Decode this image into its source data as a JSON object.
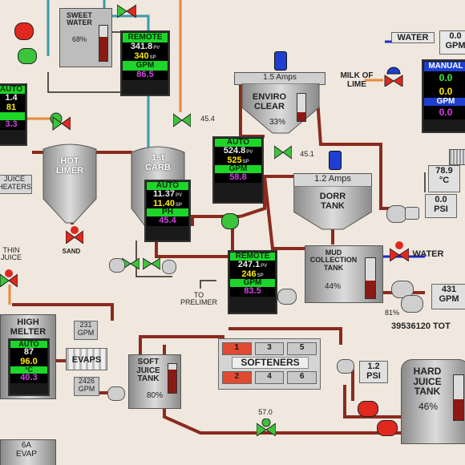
{
  "sweet_water": {
    "label": "SWEET\nWATER",
    "level": "68%"
  },
  "remote_panel_1": {
    "header": "REMOTE",
    "pv": "341.8",
    "sp": "340",
    "unit": "GPM",
    "value": "86.5"
  },
  "left_panel": {
    "header": "AUTO",
    "pv": "1.4",
    "sp": "81",
    "value": "3.3"
  },
  "juice_heaters": "JUICE\nHEATERS",
  "hot_limer": "HOT\nLIMER",
  "sand": "SAND",
  "first_carb": {
    "label": "1st\nCARB"
  },
  "auto_panel_carb": {
    "header": "AUTO",
    "pv": "11.37",
    "sp": "11.40",
    "unit": "PH",
    "value": "45.4"
  },
  "valve_45_4": "45.4",
  "valve_45_1": "45.1",
  "auto_panel_clear": {
    "header": "AUTO",
    "pv": "524.8",
    "sp": "525",
    "unit": "GPM",
    "value": "58.8"
  },
  "enviro_clear": {
    "amps": "1.5 Amps",
    "label": "ENVIRO\nCLEAR",
    "level": "33%"
  },
  "milk_of_lime": "MILK OF\nLIME",
  "water_top": {
    "label": "WATER",
    "value": "0.0",
    "unit": "GPM"
  },
  "manual_panel": {
    "header": "MANUAL",
    "pv": "0.0",
    "sp": "0.0",
    "unit": "GPM",
    "value": "0.0"
  },
  "dorr_tank": {
    "amps": "1.2 Amps",
    "label": "DORR\nTANK"
  },
  "temp_readout": {
    "value": "78.9",
    "unit": "°C"
  },
  "psi_readout": {
    "value": "0.0",
    "unit": "PSI"
  },
  "thin_juice": "THIN\nJUICE",
  "remote_panel_2": {
    "header": "REMOTE",
    "pv": "247.1",
    "sp": "246",
    "unit": "GPM",
    "value": "83.5"
  },
  "to_prelimer": "TO\nPRELIMER",
  "mud_tank": {
    "label": "MUD\nCOLLECTION\nTANK",
    "level": "44%"
  },
  "water_right": "WATER",
  "flow_431": {
    "value": "431",
    "unit": "GPM"
  },
  "pump_pct": "81%",
  "totalizer": "39536120 TOT",
  "high_melter": {
    "label": "HIGH\nMELTER"
  },
  "melter_panel": {
    "header": "AUTO",
    "pv": "87",
    "sp": "96.0",
    "unit": "°C",
    "value": "40.3"
  },
  "flow_231": {
    "value": "231",
    "unit": "GPM"
  },
  "flow_2426": {
    "value": "2426",
    "unit": "GPM"
  },
  "evaps": "EVAPS",
  "soft_juice_tank": {
    "label": "SOFT\nJUICE\nTANK",
    "level": "80%"
  },
  "softeners": {
    "label": "SOFTENERS",
    "cells": [
      "1",
      "3",
      "5",
      "2",
      "4",
      "6"
    ]
  },
  "psi_small": {
    "value": "1.2",
    "unit": "PSI"
  },
  "valve_57": "57.0",
  "hard_juice_tank": {
    "label": "HARD\nJUICE\nTANK",
    "level": "46%"
  },
  "evap_6a": "6A\nEVAP",
  "colors": {
    "pipe": "#8b2a1e",
    "pipe_teal": "#3a9aa8",
    "pipe_orange": "#e8893a",
    "panel_header": "#1ed52a",
    "sp": "#ffea00",
    "value": "#d444e6",
    "valve_green": "#3cc43c",
    "valve_red": "#e0281e"
  }
}
